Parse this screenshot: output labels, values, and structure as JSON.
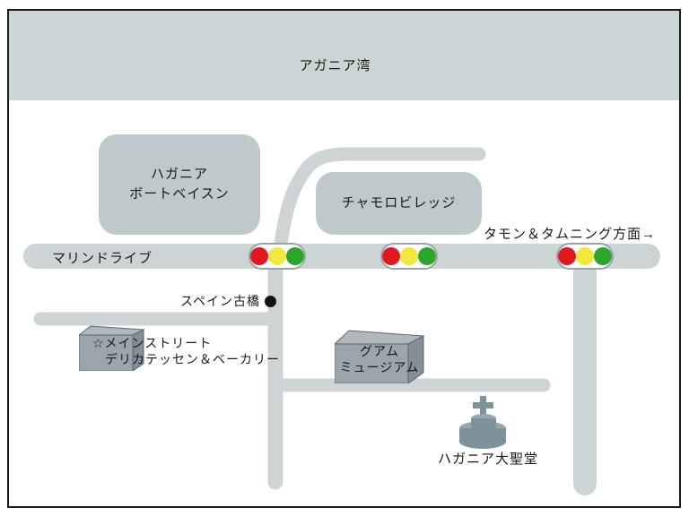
{
  "bay": {
    "label": "アガニア湾"
  },
  "areas": {
    "boat_basin": {
      "line1": "ハガニア",
      "line2": "ボートベイスン"
    },
    "chamorro_village": {
      "label": "チャモロビレッジ"
    }
  },
  "roads": {
    "marine_drive": {
      "label": "マリンドライブ"
    },
    "tamuning_direction": {
      "label": "タモン＆タムニング方面→"
    }
  },
  "landmarks": {
    "spanish_bridge": {
      "label": "スペイン古橋"
    },
    "deli": {
      "line1": "☆メインストリート",
      "line2": "デリカテッセン＆ベーカリー"
    },
    "museum": {
      "line1": "グアム",
      "line2": "ミュージアム"
    },
    "cathedral": {
      "label": "ハガニア大聖堂"
    }
  },
  "traffic_lights": {
    "count": 3,
    "signal_colors": [
      "red",
      "yellow",
      "green"
    ]
  },
  "colors": {
    "bay": "#ccd5d5",
    "area": "#bec9cb",
    "road": "#ccd4d6",
    "light_red": "#e11820",
    "light_yellow": "#f0e83b",
    "light_green": "#2ca52f",
    "box_front": "#9aa5ad",
    "box_top": "#b0b8bd",
    "box_side": "#848f98",
    "box_outline": "#5c666e",
    "cathedral_body": "#7e929c",
    "cathedral_light": "#97a7b0"
  }
}
